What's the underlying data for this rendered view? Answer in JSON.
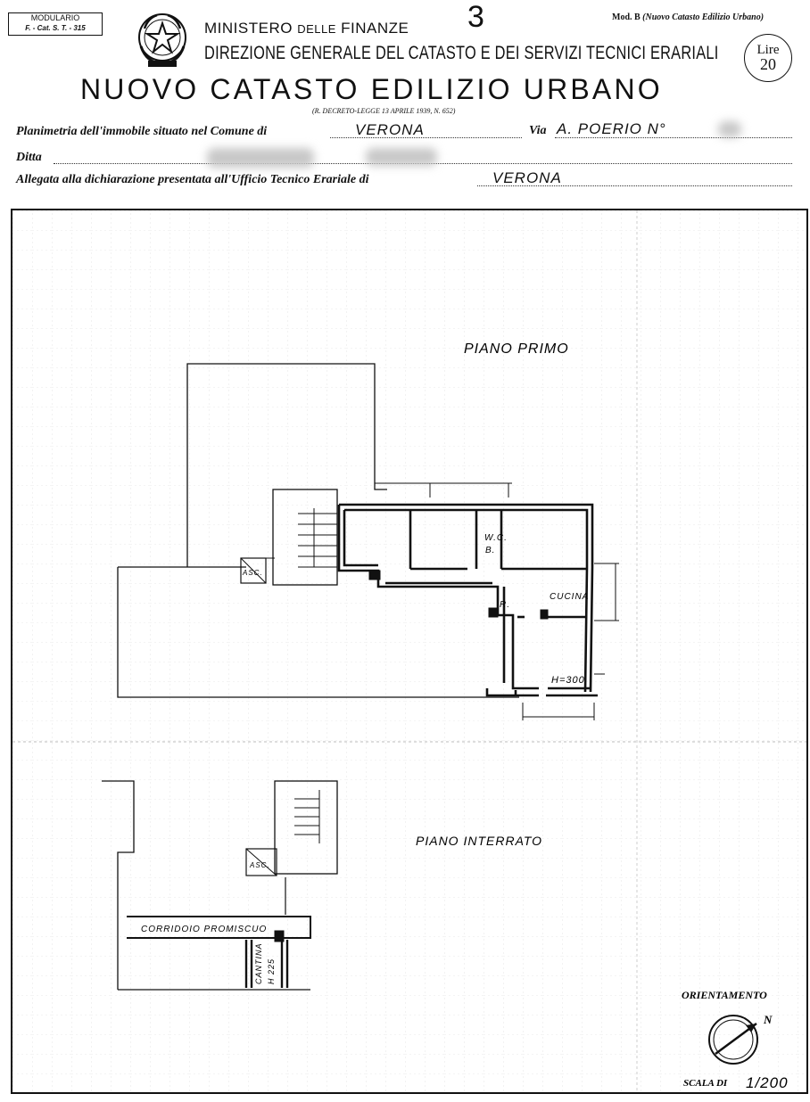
{
  "header": {
    "modulario_line1": "MODULARIO",
    "modulario_line2": "F. - Cat. S. T. - 315",
    "ministero_a": "MINISTERO",
    "ministero_b": "DELLE",
    "ministero_c": "FINANZE",
    "direzione": "DIREZIONE GENERALE DEL CATASTO E DEI SERVIZI TECNICI ERARIALI",
    "mod_b": "Mod. B",
    "mod_b_sub": "(Nuovo Catasto Edilizio Urbano)",
    "lire_label": "Lire",
    "lire_value": "20",
    "title": "NUOVO CATASTO EDILIZIO URBANO",
    "decreto": "(R. DECRETO-LEGGE 13 APRILE 1939, N. 652)",
    "handwritten_number": "3"
  },
  "form": {
    "planimetria_label": "Planimetria dell'immobile situato nel Comune di",
    "comune_value": "VERONA",
    "via_label": "Via",
    "via_value": "A. POERIO N°",
    "ditta_label": "Ditta",
    "allegata_label": "Allegata alla dichiarazione presentata all'Ufficio Tecnico Erariale di",
    "ufficio_value": "VERONA"
  },
  "plan": {
    "piano_primo": "PIANO PRIMO",
    "piano_interrato": "PIANO INTERRATO",
    "wc_label": "W.C.",
    "b_label": "B.",
    "r_label": "R.",
    "cucina_label": "CUCINA",
    "height_label": "H=300",
    "asc_label": "ASC.",
    "asc_label_2": "ASC.",
    "corridoio_label": "CORRIDOIO PROMISCUO",
    "cantina_label": "CANTINA",
    "cantina_h": "H 225"
  },
  "footer": {
    "orientamento": "ORIENTAMENTO",
    "north": "N",
    "scala_label": "SCALA DI",
    "scala_value": "1/200"
  }
}
